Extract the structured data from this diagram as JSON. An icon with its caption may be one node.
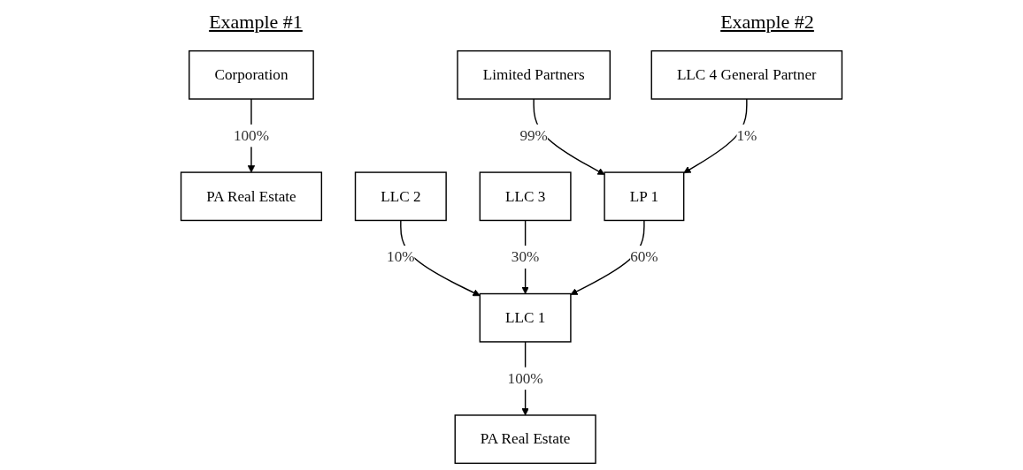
{
  "diagram": {
    "nodes": [
      {
        "text": [
          "Corporation"
        ]
      },
      {
        "text": [
          "PA Real Estate"
        ]
      },
      {
        "text": [
          "Limited Partners"
        ]
      },
      {
        "text": [
          "LLC 4 General Partner"
        ]
      },
      {
        "text": [
          "LLC 2"
        ]
      },
      {
        "text": [
          "LLC 3"
        ]
      },
      {
        "text": [
          "LP 1"
        ]
      },
      {
        "text": [
          "LLC 1"
        ]
      },
      {
        "text": [
          "PA Real Estate"
        ]
      }
    ],
    "edges": [
      {
        "from": 0,
        "to": 1,
        "arrow": "to",
        "label": "100%"
      },
      {
        "from": 2,
        "to": 6,
        "arrow": "to",
        "label": "99%"
      },
      {
        "from": 3,
        "to": 6,
        "arrow": "to",
        "label": "1%"
      },
      {
        "from": 4,
        "to": 7,
        "arrow": "to",
        "label": "10%"
      },
      {
        "from": 5,
        "to": 7,
        "arrow": "to",
        "label": "30%"
      },
      {
        "from": 6,
        "to": 7,
        "arrow": "to",
        "label": "60%"
      },
      {
        "from": 7,
        "to": 8,
        "arrow": "to",
        "label": "100%"
      }
    ],
    "labels": [
      "Example #1",
      "Example #2"
    ]
  }
}
